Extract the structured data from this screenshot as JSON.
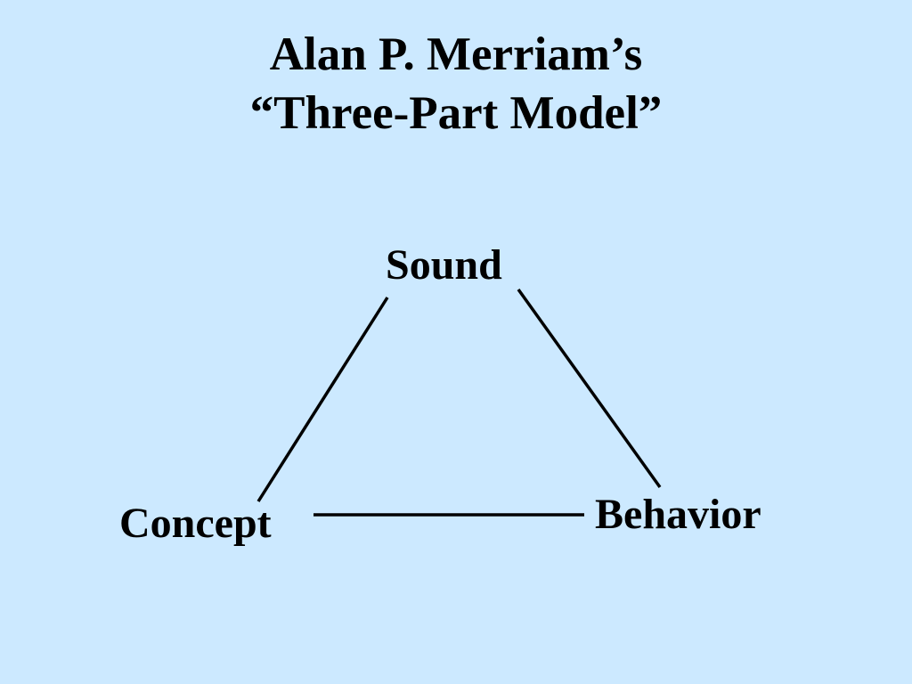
{
  "slide": {
    "title_line_1": "Alan P. Merriam’s",
    "title_line_2": "“Three-Part Model”",
    "background_color": "#cce9ff",
    "text_color": "#000000"
  },
  "diagram": {
    "nodes": {
      "sound": "Sound",
      "concept": "Concept",
      "behavior": "Behavior"
    },
    "edges": [
      {
        "from": "sound",
        "to": "concept"
      },
      {
        "from": "sound",
        "to": "behavior"
      },
      {
        "from": "concept",
        "to": "behavior"
      }
    ]
  }
}
